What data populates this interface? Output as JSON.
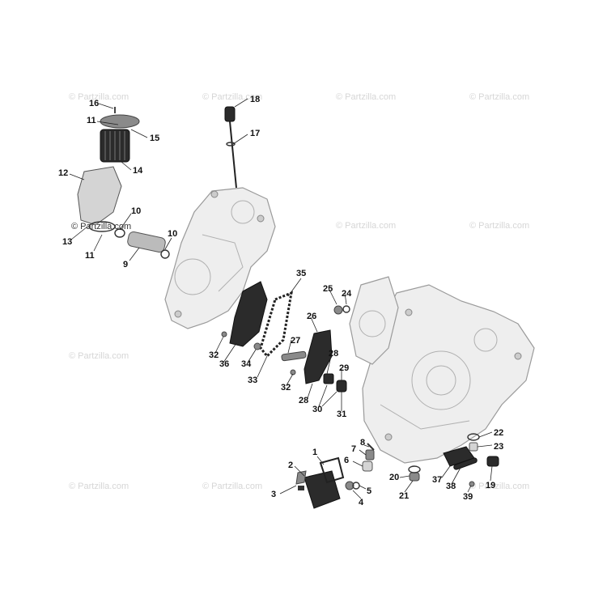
{
  "watermark": {
    "text": "© Partzilla.com"
  },
  "callouts": [
    {
      "id": "c1",
      "label": "1"
    },
    {
      "id": "c2",
      "label": "2"
    },
    {
      "id": "c3",
      "label": "3"
    },
    {
      "id": "c4",
      "label": "4"
    },
    {
      "id": "c5",
      "label": "5"
    },
    {
      "id": "c6",
      "label": "6"
    },
    {
      "id": "c7",
      "label": "7"
    },
    {
      "id": "c8",
      "label": "8"
    },
    {
      "id": "c9",
      "label": "9"
    },
    {
      "id": "c10a",
      "label": "10"
    },
    {
      "id": "c10b",
      "label": "10"
    },
    {
      "id": "c11a",
      "label": "11"
    },
    {
      "id": "c11b",
      "label": "11"
    },
    {
      "id": "c12",
      "label": "12"
    },
    {
      "id": "c13",
      "label": "13"
    },
    {
      "id": "c14",
      "label": "14"
    },
    {
      "id": "c15",
      "label": "15"
    },
    {
      "id": "c16",
      "label": "16"
    },
    {
      "id": "c17",
      "label": "17"
    },
    {
      "id": "c18",
      "label": "18"
    },
    {
      "id": "c19",
      "label": "19"
    },
    {
      "id": "c20",
      "label": "20"
    },
    {
      "id": "c21",
      "label": "21"
    },
    {
      "id": "c22",
      "label": "22"
    },
    {
      "id": "c23",
      "label": "23"
    },
    {
      "id": "c24",
      "label": "24"
    },
    {
      "id": "c25",
      "label": "25"
    },
    {
      "id": "c26",
      "label": "26"
    },
    {
      "id": "c27",
      "label": "27"
    },
    {
      "id": "c28a",
      "label": "28"
    },
    {
      "id": "c28b",
      "label": "28"
    },
    {
      "id": "c29",
      "label": "29"
    },
    {
      "id": "c30",
      "label": "30"
    },
    {
      "id": "c31",
      "label": "31"
    },
    {
      "id": "c32a",
      "label": "32"
    },
    {
      "id": "c32b",
      "label": "32"
    },
    {
      "id": "c33",
      "label": "33"
    },
    {
      "id": "c34",
      "label": "34"
    },
    {
      "id": "c35",
      "label": "35"
    },
    {
      "id": "c36",
      "label": "36"
    },
    {
      "id": "c37",
      "label": "37"
    },
    {
      "id": "c38",
      "label": "38"
    },
    {
      "id": "c39",
      "label": "39"
    }
  ]
}
